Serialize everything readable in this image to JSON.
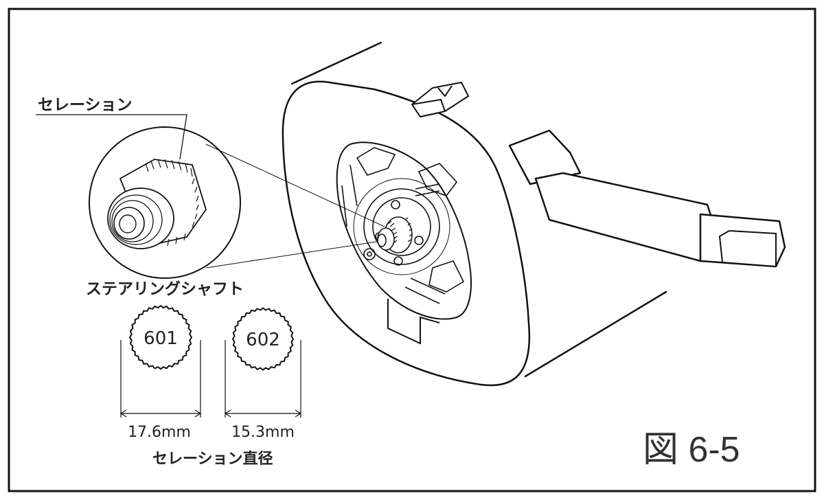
{
  "labels": {
    "serration": "セレーション",
    "steering_shaft": "ステアリングシャフト",
    "serration_diameter": "セレーション直径",
    "figure_number": "図 6-5"
  },
  "gears": [
    {
      "part_no": "601",
      "diameter": "17.6mm"
    },
    {
      "part_no": "602",
      "diameter": "15.3mm"
    }
  ]
}
